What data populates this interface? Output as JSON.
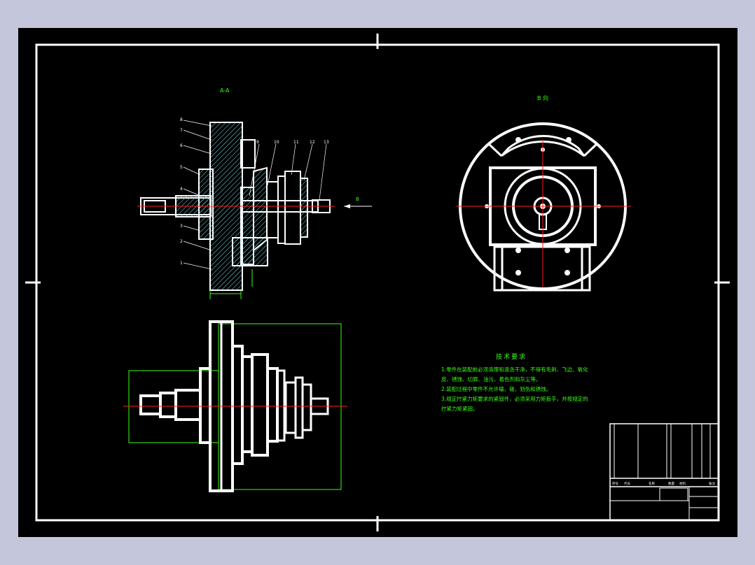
{
  "drawing": {
    "section_label": "A-A",
    "view_b_label": "B 向",
    "arrow_label": "B",
    "part_numbers_left": [
      "8",
      "7",
      "6",
      "5",
      "4",
      "3",
      "2",
      "1"
    ],
    "part_numbers_top": [
      "9",
      "10",
      "11",
      "12",
      "13"
    ],
    "tech_requirements": {
      "title": "技术要求",
      "lines": [
        "1.零件在装配前必须清理和清洗干净，不得有毛刺、飞边、氧化",
        "皮、锈蚀、切屑、油污、着色剂和灰尘等。",
        "2.装配过程中零件不允许磕、碰、划伤和锈蚀。",
        "3.规定拧紧力矩要求的紧固件，必须采用力矩扳手，并按规定的",
        "拧紧力矩紧固。"
      ]
    },
    "title_block": {
      "header_cells": [
        "序号",
        "代号",
        "名称",
        "数量",
        "材料",
        "备注"
      ]
    }
  },
  "colors": {
    "page_bg": "#c4c6dc",
    "sheet_bg": "#000000",
    "lines": "#ffffff",
    "section_hatch": "#7fe8f0",
    "center_lines": "#ff2020",
    "dimension_lines": "#39ff14"
  }
}
